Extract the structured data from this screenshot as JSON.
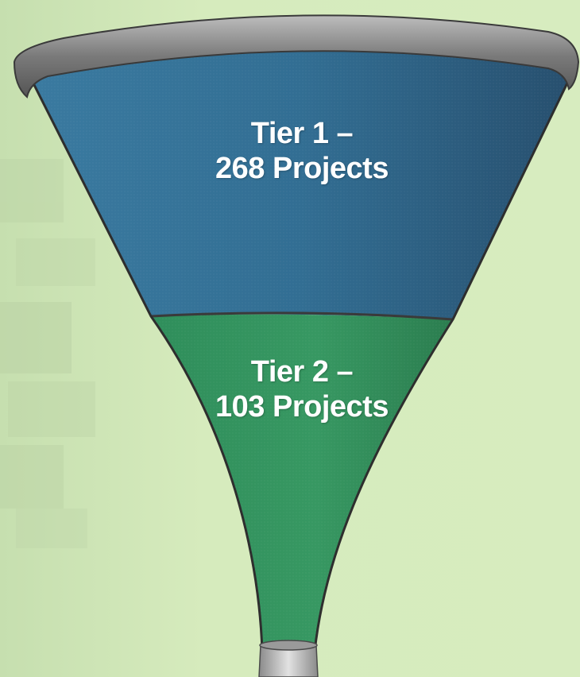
{
  "colors": {
    "background": "#d6ebbd",
    "tier1_fill": "#2f6a8e",
    "tier2_fill": "#2f8f5a",
    "rim": "#8e8e8e",
    "text": "#ffffff"
  },
  "tiers": [
    {
      "line1": "Tier 1 –",
      "line2": "268 Projects",
      "projects": 268
    },
    {
      "line1": "Tier 2 –",
      "line2": "103 Projects",
      "projects": 103
    }
  ]
}
